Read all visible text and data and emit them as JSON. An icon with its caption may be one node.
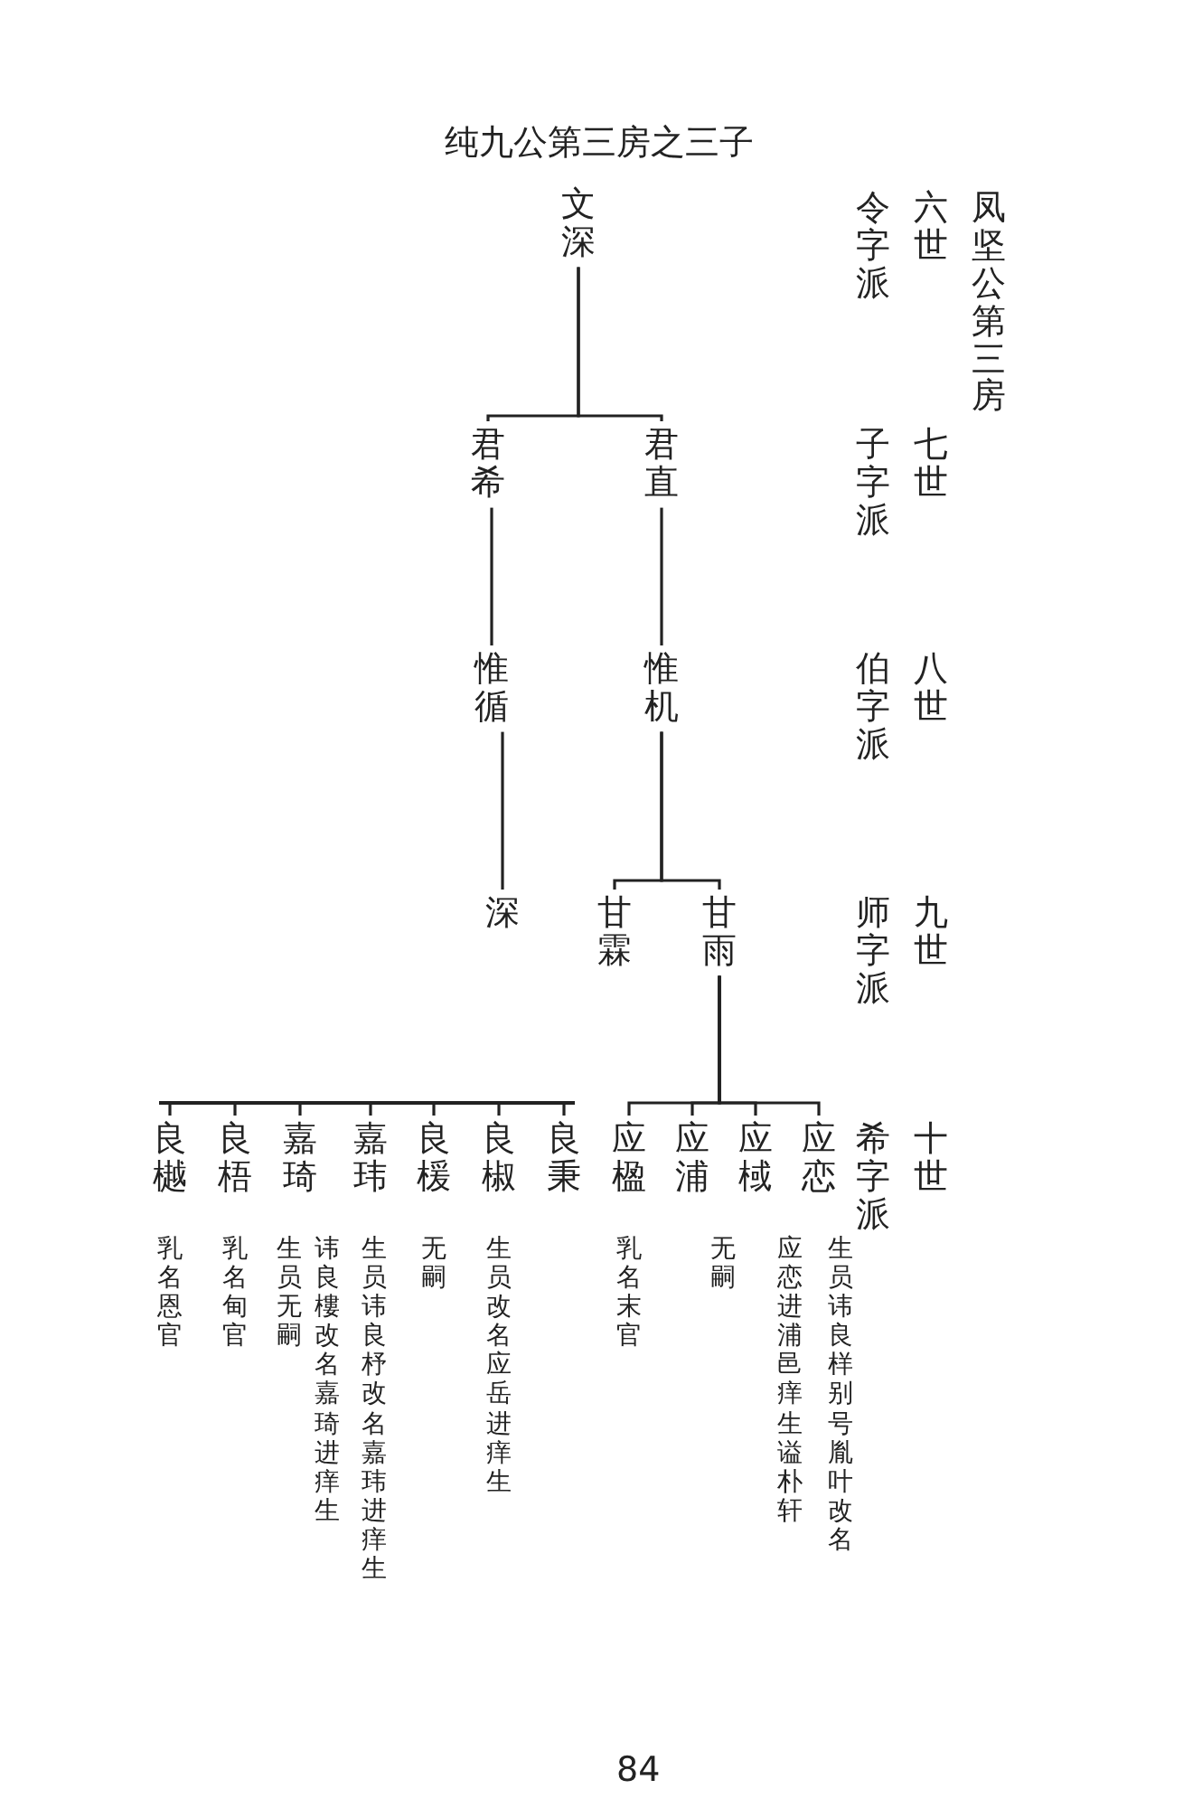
{
  "diagram": {
    "title": "纯九公第三房之三子",
    "nodes": [
      {
        "text": [
          "文深"
        ]
      },
      {
        "text": [
          "君希"
        ]
      },
      {
        "text": [
          "君直"
        ]
      },
      {
        "text": [
          "惟循"
        ]
      },
      {
        "text": [
          "惟机"
        ]
      },
      {
        "text": [
          "深"
        ]
      },
      {
        "text": [
          "甘霖"
        ]
      },
      {
        "text": [
          "甘雨"
        ]
      },
      {
        "text": [],
        "shape": "bar"
      },
      {
        "text": [
          "良樾"
        ],
        "beside": [
          "乳名恩官"
        ]
      },
      {
        "text": [
          "良梧"
        ],
        "beside": [
          "乳名甸官"
        ]
      },
      {
        "text": [
          "嘉琦"
        ],
        "beside": [
          "讳良樓改名嘉琦进痒生",
          "生员无嗣"
        ]
      },
      {
        "text": [
          "嘉玮"
        ],
        "beside": [
          "生员讳良杼改名嘉玮进痒生"
        ]
      },
      {
        "text": [
          "良楥"
        ],
        "beside": [
          "无嗣"
        ]
      },
      {
        "text": [
          "良椒"
        ],
        "beside": [
          "生员改名应岳进痒生"
        ]
      },
      {
        "text": [
          "良秉"
        ]
      },
      {
        "text": [
          "应楹"
        ],
        "beside": [
          "乳名末官"
        ]
      },
      {
        "text": [
          "应浦"
        ]
      },
      {
        "text": [
          "应棫"
        ],
        "beside": [
          "无嗣"
        ]
      },
      {
        "text": [
          "应恋"
        ],
        "beside": [
          "生员讳良样别号胤叶改名",
          "应恋进浦邑痒生谥朴轩"
        ]
      }
    ],
    "edges": [
      {
        "from": 0,
        "to": 1,
        "arrow": "none"
      },
      {
        "from": 0,
        "to": 2,
        "arrow": "none"
      },
      {
        "from": 1,
        "to": 3,
        "arrow": "none"
      },
      {
        "from": 2,
        "to": 4,
        "arrow": "none"
      },
      {
        "from": 3,
        "to": 5,
        "arrow": "none"
      },
      {
        "from": 4,
        "to": 6,
        "arrow": "none"
      },
      {
        "from": 4,
        "to": 7,
        "arrow": "none"
      },
      {
        "from": 8,
        "to": 9,
        "arrow": "none"
      },
      {
        "from": 8,
        "to": 10,
        "arrow": "none"
      },
      {
        "from": 8,
        "to": 11,
        "arrow": "none"
      },
      {
        "from": 8,
        "to": 12,
        "arrow": "none"
      },
      {
        "from": 8,
        "to": 13,
        "arrow": "none"
      },
      {
        "from": 8,
        "to": 14,
        "arrow": "none"
      },
      {
        "from": 8,
        "to": 15,
        "arrow": "none"
      },
      {
        "from": 7,
        "to": 16,
        "arrow": "none"
      },
      {
        "from": 7,
        "to": 17,
        "arrow": "none"
      },
      {
        "from": 7,
        "to": 18,
        "arrow": "none"
      },
      {
        "from": 7,
        "to": 19,
        "arrow": "none"
      }
    ],
    "labels": [
      "凤坚公第三房",
      "六世",
      "令字派",
      "七世",
      "子字派",
      "八世",
      "伯字派",
      "九世",
      "师字派",
      "十世",
      "希字派",
      "84"
    ]
  }
}
